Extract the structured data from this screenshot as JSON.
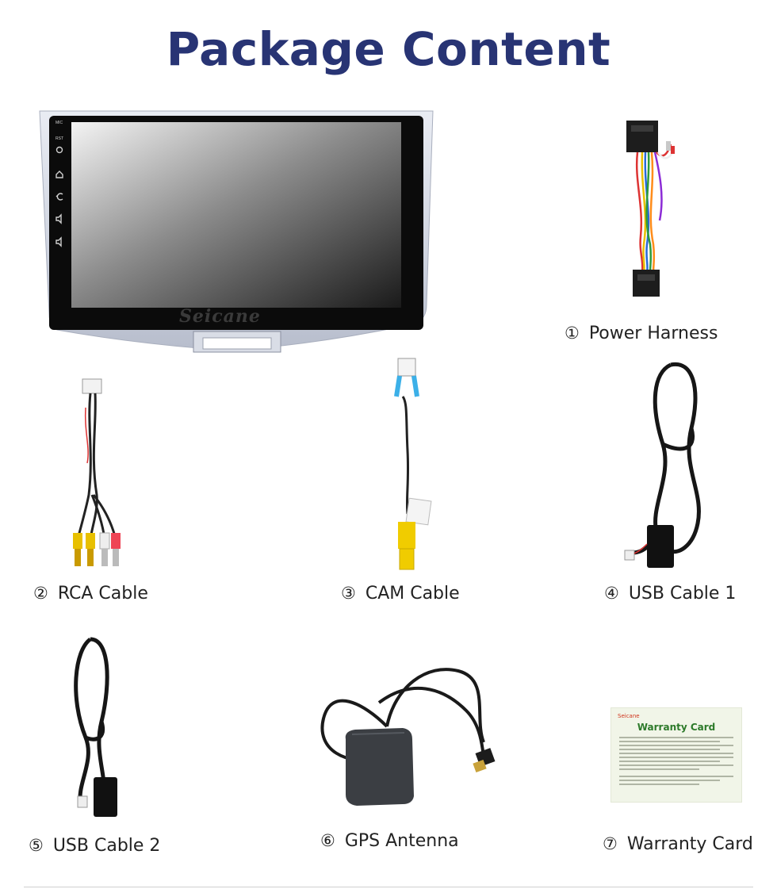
{
  "page": {
    "title": "Package Content"
  },
  "items": [
    {
      "num": "①",
      "label": "Power Harness"
    },
    {
      "num": "②",
      "label": "RCA Cable"
    },
    {
      "num": "③",
      "label": "CAM Cable"
    },
    {
      "num": "④",
      "label": "USB Cable 1"
    },
    {
      "num": "⑤",
      "label": "USB Cable 2"
    },
    {
      "num": "⑥",
      "label": "GPS Antenna"
    },
    {
      "num": "⑦",
      "label": "Warranty Card"
    }
  ],
  "head_unit": {
    "brand": "Seicane",
    "side_labels": [
      "MIC",
      "RST"
    ],
    "side_icons": [
      "power-icon",
      "home-icon",
      "back-icon",
      "volume-up-icon",
      "volume-down-icon"
    ]
  },
  "warranty_card": {
    "brand": "Seicane",
    "title": "Warranty Card"
  },
  "colors": {
    "title": "#283474",
    "caption": "#222222",
    "warranty_title": "#2d7a2a",
    "warranty_brand": "#d0331b"
  }
}
